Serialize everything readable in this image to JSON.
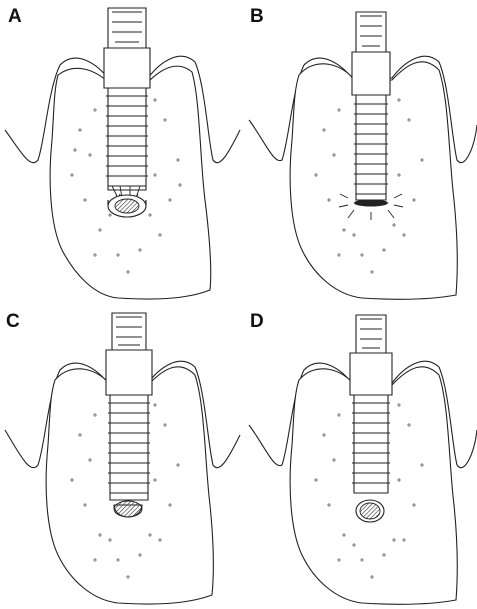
{
  "panels": [
    {
      "letter": "A",
      "variant": "arrows-inward"
    },
    {
      "letter": "B",
      "variant": "contact-burst"
    },
    {
      "letter": "C",
      "variant": "cap-attached"
    },
    {
      "letter": "D",
      "variant": "disc-separate"
    }
  ],
  "colors": {
    "line": "#222222",
    "speck": "#555555",
    "hatch": "#333333",
    "background": "#ffffff"
  }
}
